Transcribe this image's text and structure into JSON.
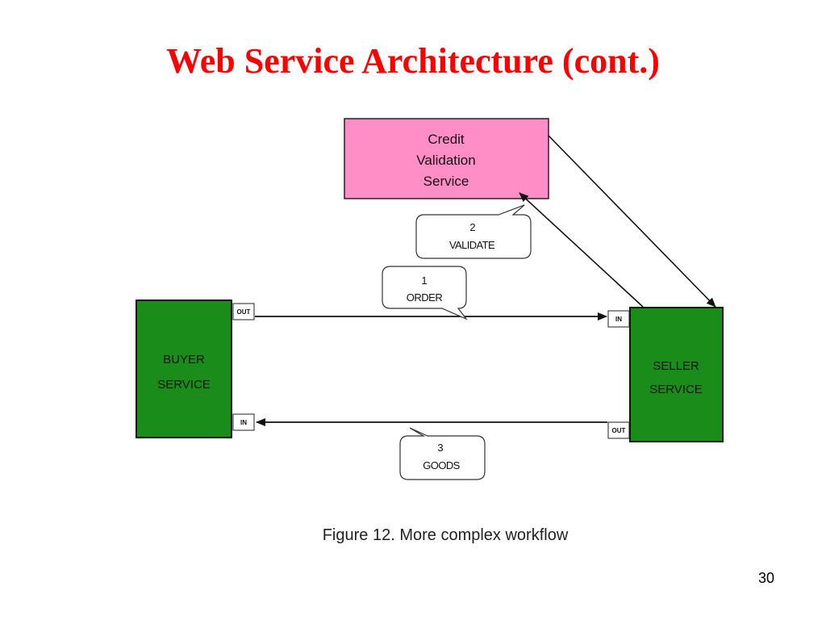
{
  "title": "Web Service Architecture (cont.)",
  "nodes": {
    "credit": {
      "lines": [
        "Credit",
        "Validation",
        "Service"
      ],
      "color": "#ff8ec6"
    },
    "buyer": {
      "lines": [
        "BUYER",
        "SERVICE"
      ],
      "color": "#1a8c1a"
    },
    "seller": {
      "lines": [
        "SELLER",
        "SERVICE"
      ],
      "color": "#1a8c1a"
    }
  },
  "ports": {
    "buyer_out": "OUT",
    "buyer_in": "IN",
    "seller_in": "IN",
    "seller_out": "OUT"
  },
  "callouts": {
    "order": {
      "number": "1",
      "label": "ORDER"
    },
    "validate": {
      "number": "2",
      "label": "VALIDATE"
    },
    "goods": {
      "number": "3",
      "label": "GOODS"
    }
  },
  "caption": "Figure 12. More complex workflow",
  "page_number": "30",
  "colors": {
    "title": "#ff0000",
    "line": "#111111"
  }
}
